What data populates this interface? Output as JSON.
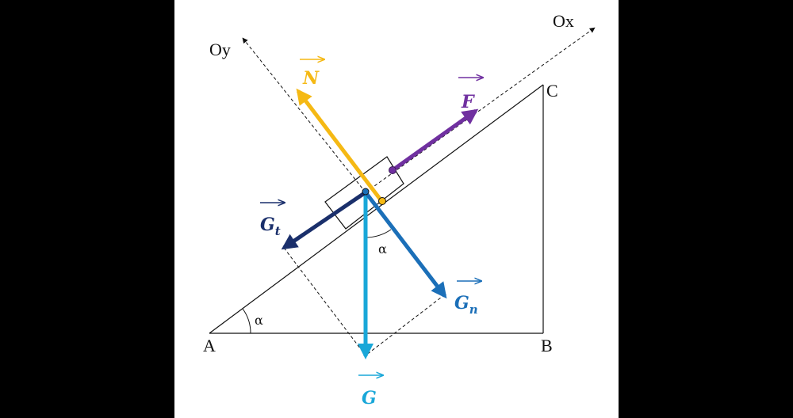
{
  "colors": {
    "background": "#000000",
    "canvas": "#ffffff",
    "line": "#111111",
    "normal": "#f5b914",
    "force": "#7030a0",
    "gravity": "#19a7d8",
    "gravity_tangent": "#1a2f6b",
    "gravity_normal": "#1b6fb8"
  },
  "labels": {
    "vertex_a": "A",
    "vertex_b": "B",
    "vertex_c": "C",
    "axis_x": "Ox",
    "axis_y": "Oy",
    "angle_base": "α",
    "angle_block": "α"
  },
  "vectors": {
    "normal": {
      "symbol": "N",
      "subscript": ""
    },
    "force": {
      "symbol": "F",
      "subscript": ""
    },
    "gravity": {
      "symbol": "G",
      "subscript": ""
    },
    "gravity_tangent": {
      "symbol": "G",
      "subscript": "t"
    },
    "gravity_normal": {
      "symbol": "G",
      "subscript": "n"
    }
  }
}
